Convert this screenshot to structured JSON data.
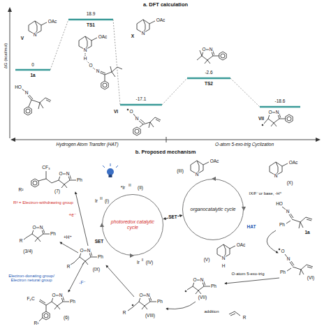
{
  "diagram": {
    "nodes": [
      {
        "text": [
          "photoredox catalytic cycle"
        ]
      },
      {
        "text": [
          "organocatalytic cycle"
        ]
      }
    ],
    "edges": [
      {
        "from": 0,
        "to": 1,
        "label": "SET",
        "arrow": "both"
      }
    ],
    "labels": [
      "a. DFT calculation",
      "ΔG (kcal/mol)",
      "0",
      "1a",
      "18.9",
      "TS1",
      "-17.1",
      "VI",
      "-2.6",
      "TS2",
      "-18.6",
      "VII",
      "V",
      "N",
      "OAc",
      "X",
      "N",
      "OAc",
      "HO",
      "N",
      "N",
      "OAc",
      "H",
      "O",
      "N",
      "O",
      "N",
      "N",
      "O",
      "N",
      "O",
      "Hydrogen Atom Transfer (HAT)",
      "O-atom 5-exo-trig Cyclization",
      "b. Proposed mechanism",
      "*Ir",
      "III",
      "(II)",
      "Ir",
      "III",
      "(I)",
      "Ir",
      "II",
      "(IV)",
      "SET",
      "N",
      "OAc",
      "(III)",
      "N",
      "OAc",
      "(X)",
      "IX/F⁻or base, -H⁺",
      "N",
      "H",
      "OAc",
      "(V)",
      "HAT",
      "HO",
      "N",
      "Ph",
      "1a",
      "O",
      "N",
      "Ph",
      "(VI)",
      "O-atom 5-exo-trig",
      "N",
      "O",
      "Ph",
      "(VII)",
      "addition",
      "R",
      "N",
      "O",
      "Ph",
      "R",
      "(VIII)",
      "N",
      "O",
      "Ph",
      "R",
      "(IX)",
      "+H⁺",
      "N",
      "O",
      "Ph",
      "R",
      "(3/4)",
      "-F⁻",
      "Electron-donating group/ Electron netural group",
      "N",
      "O",
      "Ph",
      "F₂C",
      "R¹",
      "(6)",
      "+e⁻",
      "N",
      "O",
      "Ph",
      "CF₃",
      "R²",
      "(7)",
      "R² = Electron-withdrawing group"
    ]
  }
}
